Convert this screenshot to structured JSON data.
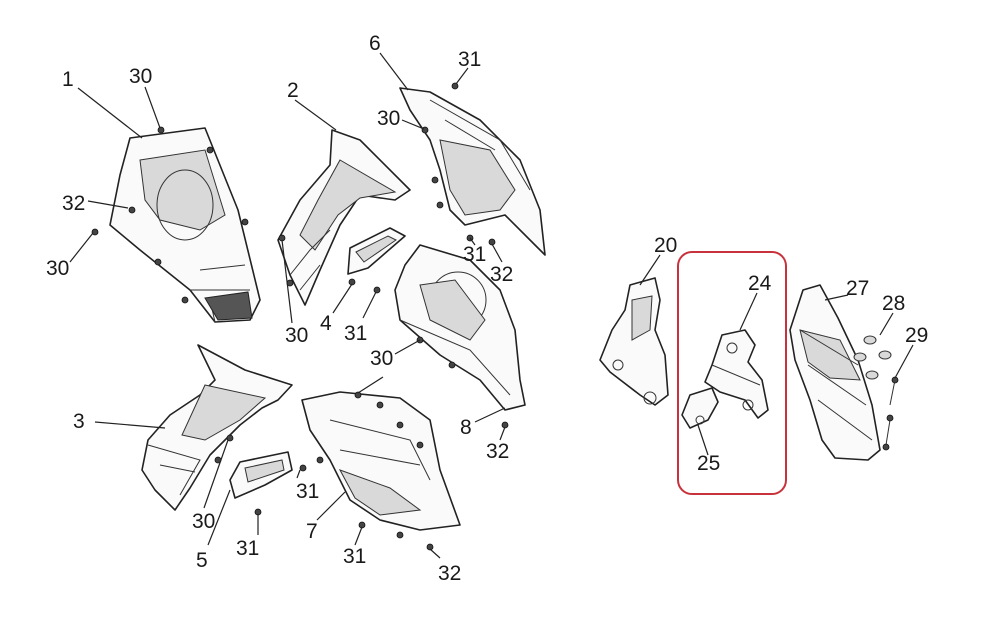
{
  "diagram": {
    "style": {
      "line_color": "#222222",
      "background": "#ffffff",
      "highlight_color": "#c8323c"
    },
    "callouts": {
      "c1": "1",
      "c2": "2",
      "c3": "3",
      "c4": "4",
      "c5": "5",
      "c6": "6",
      "c7": "7",
      "c8": "8",
      "c20": "20",
      "c24": "24",
      "c25": "25",
      "c27": "27",
      "c28": "28",
      "c29": "29",
      "c30a": "30",
      "c30b": "30",
      "c30c": "30",
      "c30d": "30",
      "c30e": "30",
      "c30f": "30",
      "c31a": "31",
      "c31b": "31",
      "c31c": "31",
      "c31d": "31",
      "c31e": "31",
      "c31f": "31",
      "c32a": "32",
      "c32b": "32",
      "c32c": "32",
      "c32d": "32"
    }
  }
}
